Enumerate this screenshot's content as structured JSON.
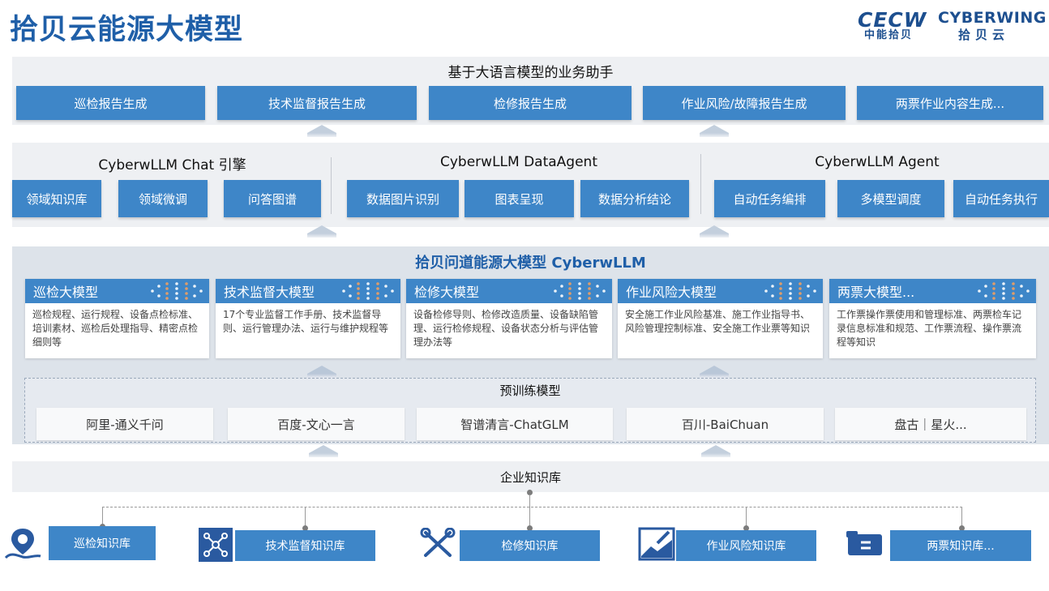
{
  "header": {
    "title": "拾贝云能源大模型",
    "logo_left": "CECW",
    "logo_left_sub": "中能拾贝",
    "logo_right": "CYBERWING",
    "logo_right_sub": "拾贝云"
  },
  "business": {
    "title": "基于大语言模型的业务助手",
    "items": [
      "巡检报告生成",
      "技术监督报告生成",
      "检修报告生成",
      "作业风险/故障报告生成",
      "两票作业内容生成..."
    ]
  },
  "engines": [
    {
      "title": "CyberwLLM Chat 引擎",
      "items": [
        "领域知识库",
        "领域微调",
        "问答图谱"
      ]
    },
    {
      "title": "CyberwLLM DataAgent",
      "items": [
        "数据图片识别",
        "图表呈现",
        "数据分析结论"
      ]
    },
    {
      "title": "CyberwLLM Agent",
      "items": [
        "自动任务编排",
        "多模型调度",
        "自动任务执行"
      ]
    }
  ],
  "llm": {
    "title": "拾贝问道能源大模型 CyberwLLM",
    "models": [
      {
        "name": "巡检大模型",
        "desc": "巡检规程、运行规程、设备点检标准、培训素材、巡检后处理指导、精密点检细则等"
      },
      {
        "name": "技术监督大模型",
        "desc": "17个专业监督工作手册、技术监督导则、运行管理办法、运行与维护规程等"
      },
      {
        "name": "检修大模型",
        "desc": "设备检修导则、检修改造质量、设备缺陷管理、运行检修规程、设备状态分析与评估管理办法等"
      },
      {
        "name": "作业风险大模型",
        "desc": "安全施工作业风险基准、施工作业指导书、风险管理控制标准、安全施工作业票等知识"
      },
      {
        "name": "两票大模型...",
        "desc": "工作票操作票使用和管理标准、两票检车记录信息标准和规范、工作票流程、操作票流程等知识"
      }
    ]
  },
  "pretrain": {
    "title": "预训练模型",
    "items": [
      "阿里-通义千问",
      "百度-文心一言",
      "智谱清言-ChatGLM",
      "百川-BaiChuan",
      "盘古｜星火..."
    ]
  },
  "kb": {
    "title": "企业知识库",
    "items": [
      {
        "label": "巡检知识库",
        "icon": "location-pin-icon"
      },
      {
        "label": "技术监督知识库",
        "icon": "network-icon"
      },
      {
        "label": "检修知识库",
        "icon": "tools-icon"
      },
      {
        "label": "作业风险知识库",
        "icon": "chart-pen-icon"
      },
      {
        "label": "两票知识库...",
        "icon": "ticket-icon"
      }
    ]
  },
  "colors": {
    "accent": "#3e86c8",
    "title": "#1f5fa8"
  }
}
